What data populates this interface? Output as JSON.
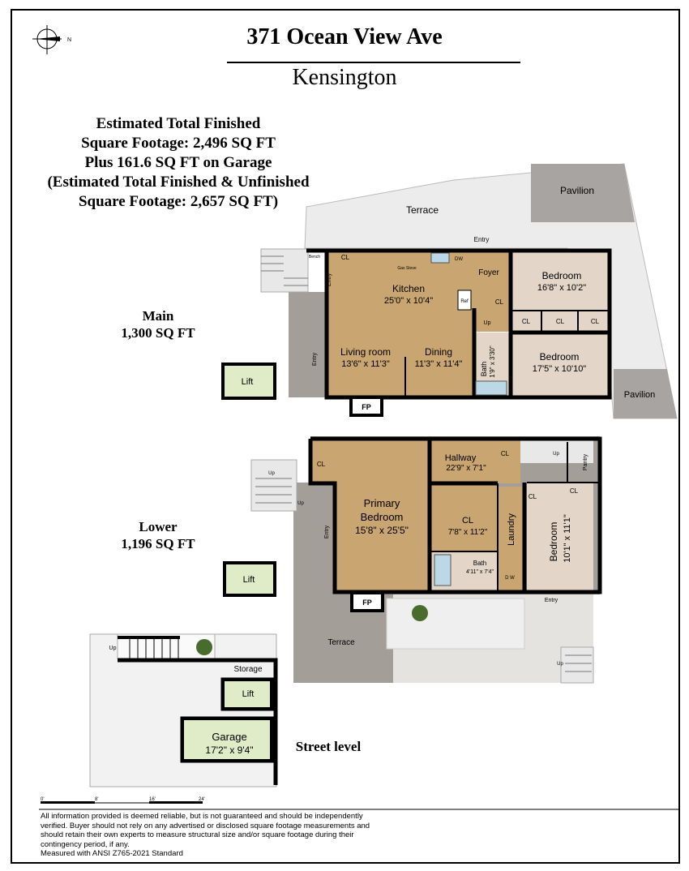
{
  "header": {
    "title": "371 Ocean View Ave",
    "subtitle": "Kensington",
    "compass_label": "N"
  },
  "square_footage": {
    "lines": [
      "Estimated Total Finished",
      "Square Footage: 2,496 SQ FT",
      "Plus 161.6 SQ FT on Garage",
      "(Estimated Total Finished & Unfinished",
      "Square Footage: 2,657 SQ FT)"
    ]
  },
  "levels": {
    "main": {
      "name": "Main",
      "sqft": "1,300 SQ FT"
    },
    "lower": {
      "name": "Lower",
      "sqft": "1,196 SQ FT"
    },
    "street": {
      "name": "Street level"
    }
  },
  "rooms": {
    "terrace_main": "Terrace",
    "pavilion_top": "Pavilion",
    "pavilion_bottom": "Pavilion",
    "kitchen": {
      "name": "Kitchen",
      "dims": "25'0\" x 10'4\""
    },
    "living_room": {
      "name": "Living room",
      "dims": "13'6\" x 11'3\""
    },
    "dining": {
      "name": "Dining",
      "dims": "11'3\" x 11'4\""
    },
    "foyer": "Foyer",
    "bedroom_main_1": {
      "name": "Bedroom",
      "dims": "16'8\" x 10'2\""
    },
    "bedroom_main_2": {
      "name": "Bedroom",
      "dims": "17'5\" x 10'10\""
    },
    "bath_main": {
      "name": "Bath",
      "dims": "1'9\" x 3'30\""
    },
    "hallway": {
      "name": "Hallway",
      "dims": "22'9\" x 7'1\""
    },
    "primary_bedroom": {
      "name1": "Primary",
      "name2": "Bedroom",
      "dims": "15'8\" x 25'5\""
    },
    "closet_lower": {
      "name": "CL",
      "dims": "7'8\" x 11'2\""
    },
    "bath_lower": {
      "name": "Bath",
      "dims": "4'11\" x 7'4\""
    },
    "laundry": "Laundry",
    "bedroom_lower": {
      "name": "Bedroom",
      "dims": "10'1\" x 11'1\""
    },
    "pantry": "Pantry",
    "terrace_lower": "Terrace",
    "storage": "Storage",
    "lift": "Lift",
    "garage": {
      "name": "Garage",
      "dims": "17'2\" x 9'4\""
    }
  },
  "small_labels": {
    "cl": "CL",
    "entry": "Entry",
    "up": "Up",
    "fp": "FP",
    "ref": "Ref",
    "dw": "DW",
    "gas_stove": "Gas Stove",
    "bench": "Bench",
    "d_w": "D W"
  },
  "scale_bar": {
    "ticks": [
      "0'",
      "8'",
      "16'",
      "24'"
    ]
  },
  "disclaimer": [
    "All information provided is deemed reliable, but is not guaranteed and should be independently",
    "verified. Buyer should not rely on any advertised or disclosed square footage measurements and",
    "should retain their own experts to measure structural size and/or square footage during their",
    "contingency period, if any.",
    "Measured with ANSI Z765-2021 Standard"
  ],
  "colors": {
    "room_fill": "#c9a571",
    "bedroom_fill": "#e3d6c9",
    "terrace_fill": "#ececec",
    "pavilion_fill": "#a7a4a1",
    "walkway_fill": "#a39e98",
    "wall": "#000000"
  }
}
